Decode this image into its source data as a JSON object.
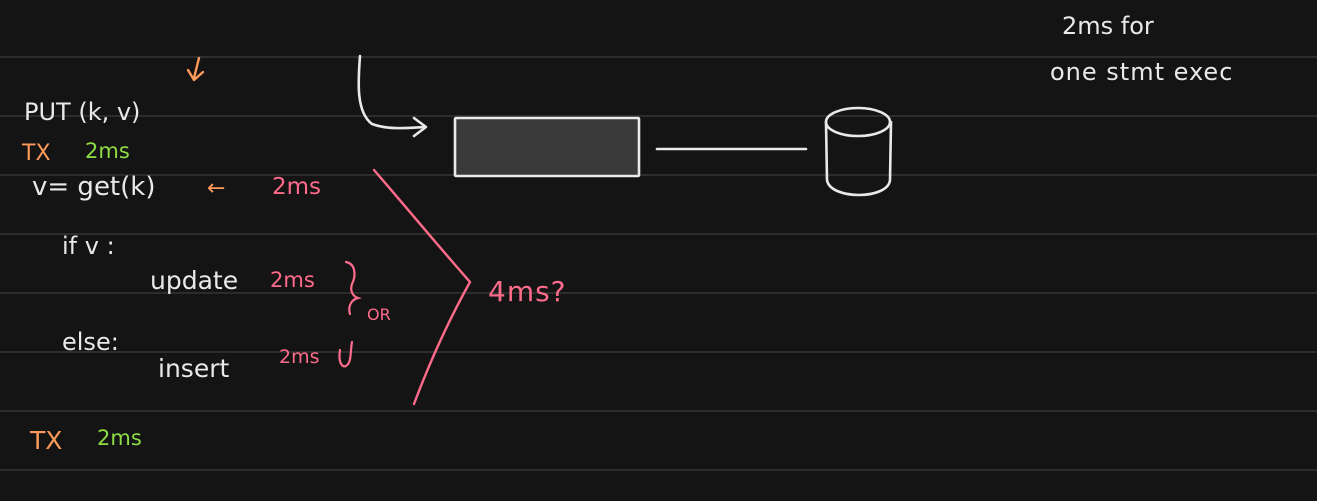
{
  "annotation": {
    "line1": "2ms for",
    "line2": "one stmt exec"
  },
  "code": {
    "put": "PUT (k, v)",
    "tx_begin": "TX",
    "tx_begin_time": "2ms",
    "get": "v= get(k)",
    "get_arrow": "←",
    "get_time": "2ms",
    "if": "if v :",
    "update": "update",
    "update_time": "2ms",
    "or": "OR",
    "else": "else:",
    "insert": "insert",
    "insert_time": "2ms",
    "total_time": "4ms?",
    "tx_end": "TX",
    "tx_end_time": "2ms"
  },
  "colors": {
    "background": "#141414",
    "ruled_line": "#2c2c2c",
    "ink_white": "#e9e9e9",
    "ink_pink": "#ff6b8a",
    "ink_green": "#8fdc45",
    "ink_orange": "#ff9a5a"
  },
  "shapes": {
    "server": "rectangle",
    "database": "cylinder"
  }
}
